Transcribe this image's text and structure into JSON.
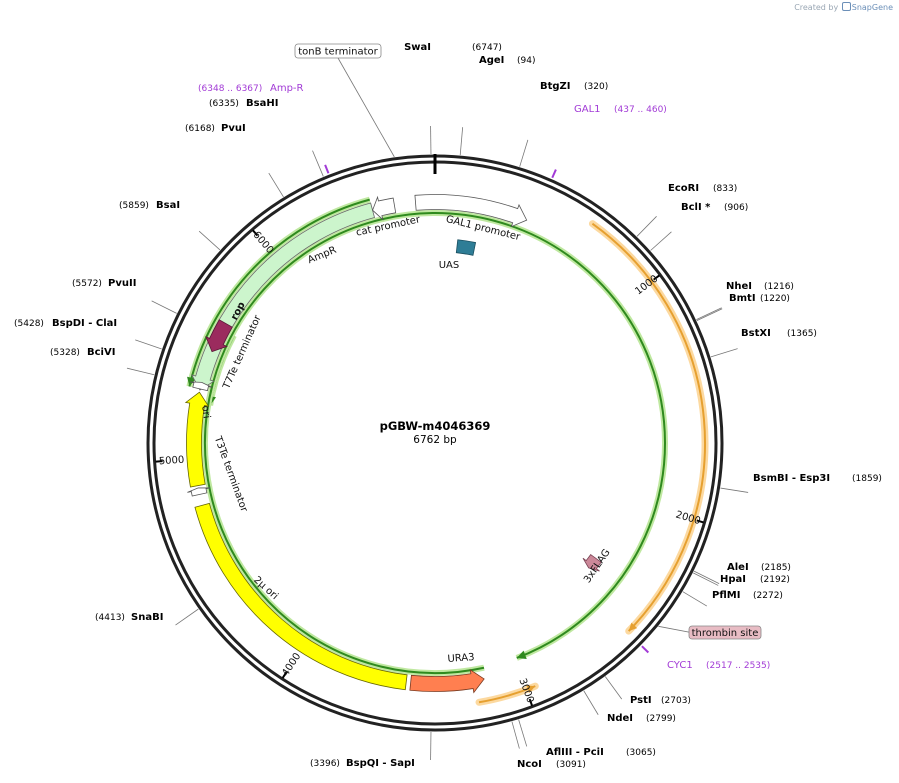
{
  "credit": {
    "prefix": "Created by",
    "brand": "SnapGene"
  },
  "plasmid": {
    "name": "pGBW-m4046369",
    "size_label": "6762 bp",
    "length": 6762
  },
  "ticks": [
    {
      "pos": 1000,
      "label": "1000"
    },
    {
      "pos": 2000,
      "label": "2000"
    },
    {
      "pos": 3000,
      "label": "3000"
    },
    {
      "pos": 4000,
      "label": "4000"
    },
    {
      "pos": 5000,
      "label": "5000"
    },
    {
      "pos": 6000,
      "label": "6000"
    }
  ],
  "sites": [
    {
      "name": "SwaI",
      "pos": 6747,
      "pos_label": "(6747)"
    },
    {
      "name": "AgeI",
      "pos": 94,
      "pos_label": "(94)"
    },
    {
      "name": "BtgZI",
      "pos": 320,
      "pos_label": "(320)"
    },
    {
      "name": "EcoRI",
      "pos": 833,
      "pos_label": "(833)"
    },
    {
      "name": "BclI *",
      "pos": 906,
      "pos_label": "(906)"
    },
    {
      "name": "NheI",
      "pos": 1216,
      "pos_label": "(1216)"
    },
    {
      "name": "BmtI",
      "pos": 1220,
      "pos_label": "(1220)"
    },
    {
      "name": "BstXI",
      "pos": 1365,
      "pos_label": "(1365)"
    },
    {
      "name": "BsmBI - Esp3I",
      "pos": 1859,
      "pos_label": "(1859)"
    },
    {
      "name": "AleI",
      "pos": 2185,
      "pos_label": "(2185)"
    },
    {
      "name": "HpaI",
      "pos": 2192,
      "pos_label": "(2192)"
    },
    {
      "name": "PflMI",
      "pos": 2272,
      "pos_label": "(2272)"
    },
    {
      "name": "PstI",
      "pos": 2703,
      "pos_label": "(2703)"
    },
    {
      "name": "NdeI",
      "pos": 2799,
      "pos_label": "(2799)"
    },
    {
      "name": "AflIII - PciI",
      "pos": 3065,
      "pos_label": "(3065)"
    },
    {
      "name": "NcoI",
      "pos": 3091,
      "pos_label": "(3091)"
    },
    {
      "name": "BspQI - SapI",
      "pos": 3396,
      "pos_label": "(3396)"
    },
    {
      "name": "SnaBI",
      "pos": 4413,
      "pos_label": "(4413)"
    },
    {
      "name": "BciVI",
      "pos": 5328,
      "pos_label": "(5328)"
    },
    {
      "name": "BspDI - ClaI",
      "pos": 5428,
      "pos_label": "(5428)"
    },
    {
      "name": "PvuII",
      "pos": 5572,
      "pos_label": "(5572)"
    },
    {
      "name": "BsaI",
      "pos": 5859,
      "pos_label": "(5859)"
    },
    {
      "name": "PvuI",
      "pos": 6168,
      "pos_label": "(6168)"
    },
    {
      "name": "BsaHI",
      "pos": 6335,
      "pos_label": "(6335)"
    }
  ],
  "primers": [
    {
      "name": "Amp-R",
      "range": "(6348 .. 6367)",
      "pos": 6357
    },
    {
      "name": "GAL1",
      "range": "(437 .. 460)",
      "pos": 448
    },
    {
      "name": "CYC1",
      "range": "(2517 .. 2535)",
      "pos": 2526
    }
  ],
  "boxed_labels": [
    {
      "name": "tonB terminator",
      "pos": 6610,
      "style": "white"
    },
    {
      "name": "thrombin site",
      "pos": 2430,
      "style": "pink"
    }
  ],
  "features": [
    {
      "name": "GAL1 promoter",
      "start": 6675,
      "end": 420,
      "dir": 1,
      "track": 1,
      "color": "#ffffff",
      "stroke": "#555555"
    },
    {
      "name": "UAS",
      "start": 120,
      "end": 215,
      "dir": 0,
      "track": 2,
      "color": "#2e7d96",
      "stroke": "#1b4f60"
    },
    {
      "name": "AmpR",
      "start": 5310,
      "end": 6480,
      "dir": -1,
      "track": 1,
      "color": "#ccf5cc",
      "stroke": "#666666"
    },
    {
      "name": "cat promoter",
      "start": 6480,
      "end": 6580,
      "dir": -1,
      "track": 1,
      "color": "#ffffff",
      "stroke": "#555555"
    },
    {
      "name": "rop",
      "start": 5490,
      "end": 5630,
      "dir": -1,
      "track": 1,
      "color": "#9b2b5e",
      "stroke": "#5c1838"
    },
    {
      "name": "T7Te terminator",
      "start": 5315,
      "end": 5345,
      "dir": 1,
      "track": 1,
      "color": "#ffffff",
      "stroke": "#555555"
    },
    {
      "name": "ori",
      "start": 4880,
      "end": 5300,
      "dir": 1,
      "track": 1,
      "color": "#ffff00",
      "stroke": "#666600"
    },
    {
      "name": "T3Te terminator",
      "start": 4840,
      "end": 4870,
      "dir": 1,
      "track": 1,
      "color": "#ffffff",
      "stroke": "#555555"
    },
    {
      "name": "2μ ori",
      "start": 3510,
      "end": 4790,
      "dir": 0,
      "track": 1,
      "color": "#ffff00",
      "stroke": "#666600"
    },
    {
      "name": "URA3",
      "start": 3160,
      "end": 3490,
      "dir": -1,
      "track": 1,
      "color": "#ff7f50",
      "stroke": "#7a3a20"
    },
    {
      "name": "3xFLAG",
      "start": 2360,
      "end": 2425,
      "dir": 1,
      "track": 2,
      "color": "#cc8899",
      "stroke": "#7a4455"
    }
  ],
  "orfs": [
    {
      "start": 6480,
      "end": 5315,
      "dir": -1,
      "r": 252
    },
    {
      "start": 5600,
      "end": 5250,
      "dir": -1,
      "r": 228
    },
    {
      "start": 3150,
      "end": 2990,
      "dir": 1,
      "r": 230
    }
  ],
  "highlights": [
    {
      "start": 670,
      "end": 2520,
      "dir": 1,
      "r": 270,
      "label": "GAL1"
    },
    {
      "start": 3200,
      "end": 2960,
      "dir": -1,
      "r": 263,
      "label": "CYC1"
    }
  ]
}
